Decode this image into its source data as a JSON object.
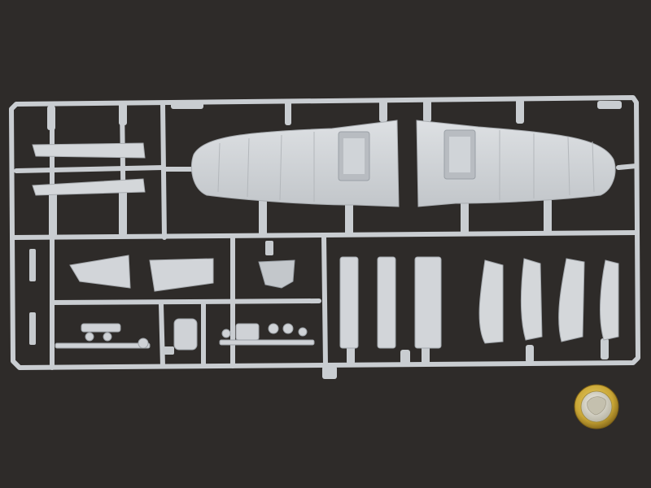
{
  "scene": {
    "subject": "plastic-model-kit-sprue",
    "background_color": "#2e2b29",
    "plastic_color": "#ccd0d4",
    "coin_color": "#c9a635",
    "parts": [
      "left-wing-half",
      "right-wing-half",
      "upper-left-strip",
      "lower-left-strip",
      "tail-panel-left",
      "tail-panel-right",
      "cockpit-detail-part",
      "landing-gear-part",
      "small-cylinder-part",
      "engine-detail-cluster",
      "gear-door",
      "flap-part",
      "euro-coin"
    ]
  }
}
